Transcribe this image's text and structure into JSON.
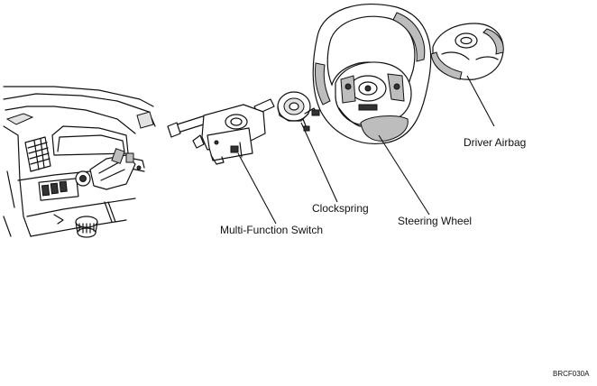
{
  "labels": {
    "driver_airbag": "Driver Airbag",
    "clockspring": "Clockspring",
    "steering_wheel": "Steering Wheel",
    "multi_function_switch": "Multi-Function Switch"
  },
  "figure_code": "BRCF030A"
}
